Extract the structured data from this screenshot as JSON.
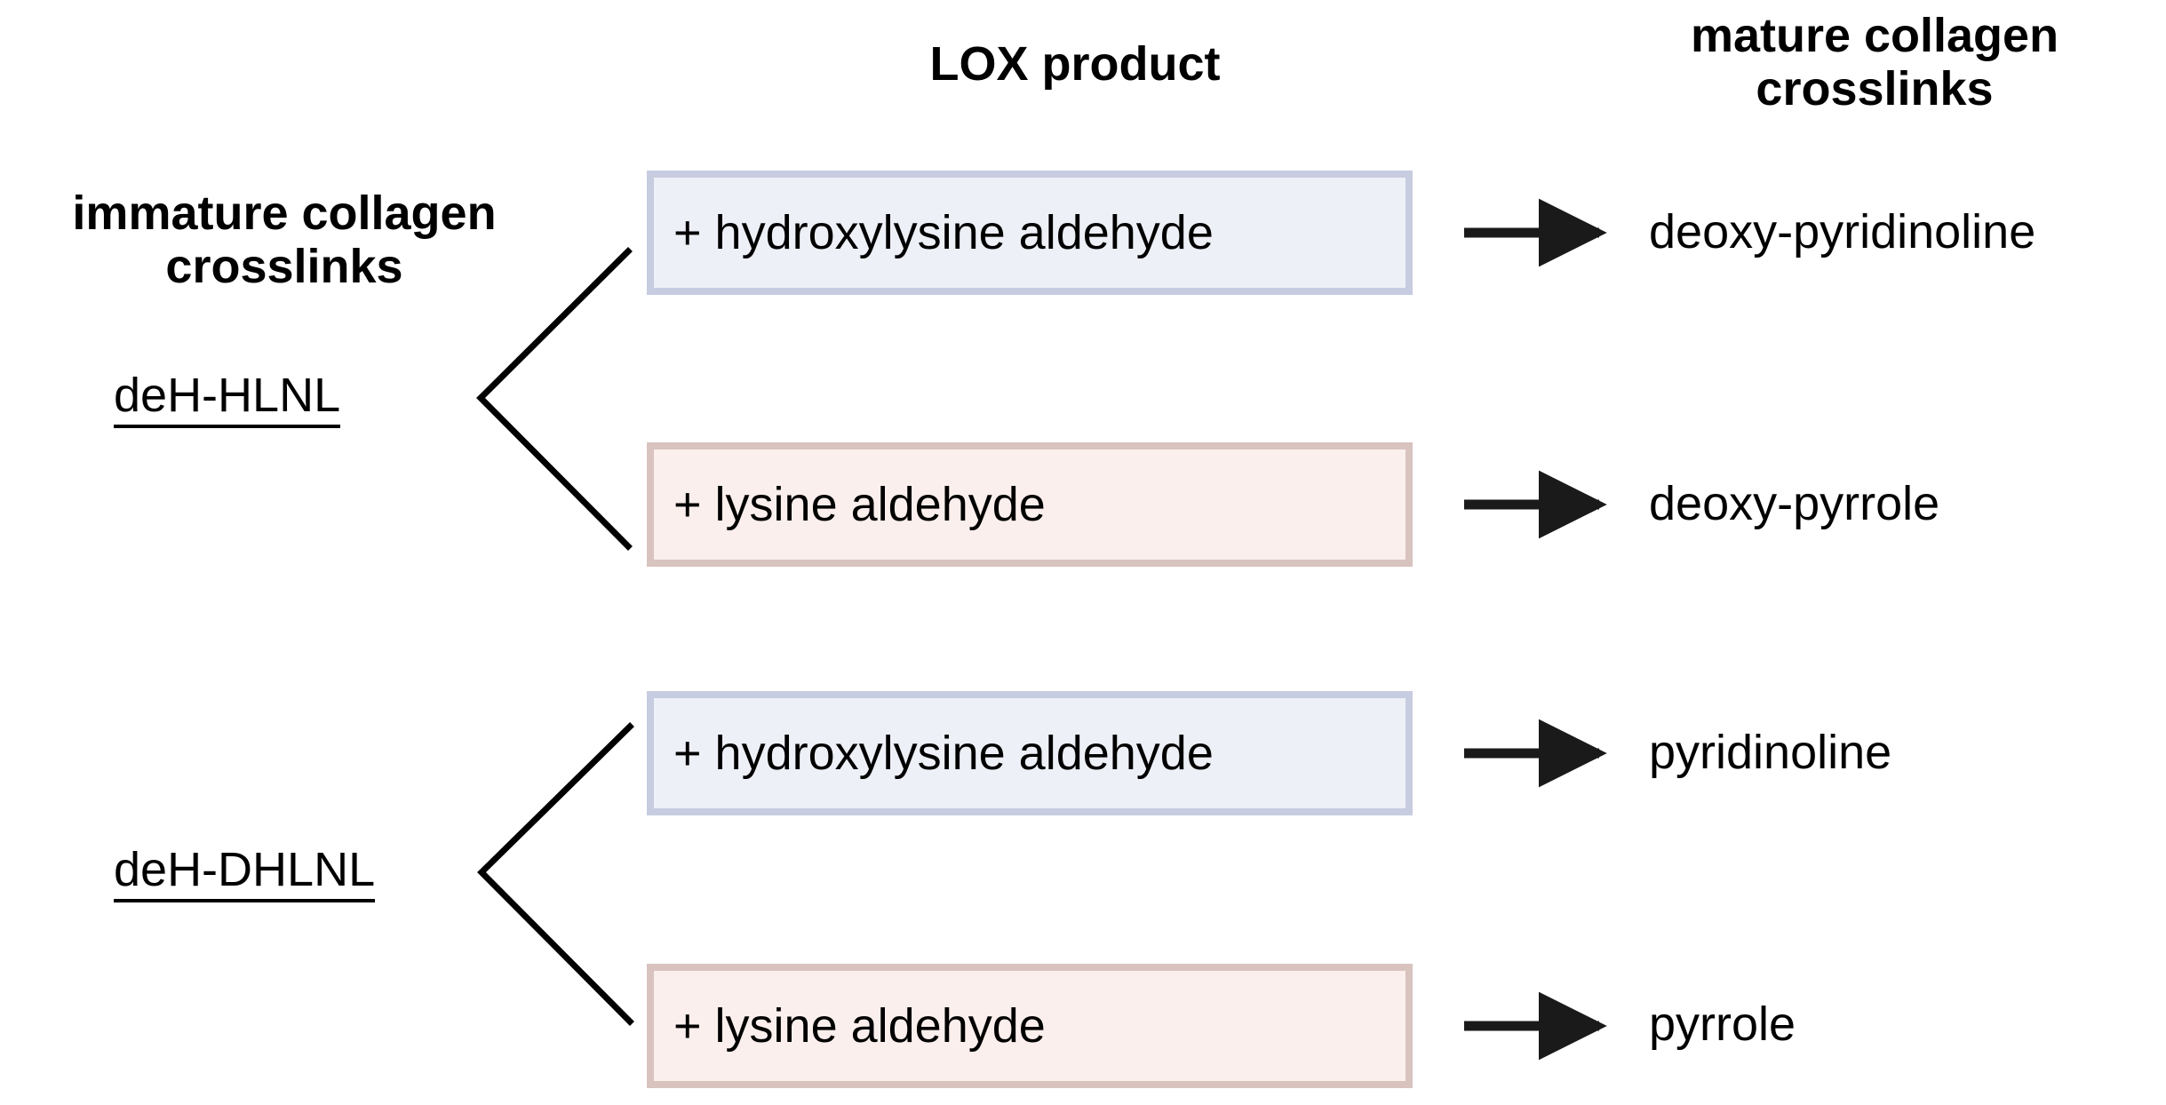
{
  "headers": {
    "left": "immature collagen\ncrosslinks",
    "middle": "LOX product",
    "right": "mature collagen\ncrosslinks"
  },
  "colors": {
    "hydroxylysine_box_fill": "#eef0f7",
    "hydroxylysine_box_border": "#c7cce0",
    "lysine_box_fill": "#faefec",
    "lysine_box_border": "#d8c3bf",
    "line": "#000000",
    "text": "#000000",
    "background": "#ffffff"
  },
  "pathways": [
    {
      "precursor": "deH-HLNL",
      "branches": [
        {
          "lox_product": "+ hydroxylysine aldehyde",
          "box_style": "hydroxylysine",
          "mature_crosslink": "deoxy-pyridinoline"
        },
        {
          "lox_product": "+ lysine aldehyde",
          "box_style": "lysine",
          "mature_crosslink": "deoxy-pyrrole"
        }
      ]
    },
    {
      "precursor": "deH-DHLNL",
      "branches": [
        {
          "lox_product": "+ hydroxylysine aldehyde",
          "box_style": "hydroxylysine",
          "mature_crosslink": "pyridinoline"
        },
        {
          "lox_product": "+ lysine aldehyde",
          "box_style": "lysine",
          "mature_crosslink": "pyrrole"
        }
      ]
    }
  ]
}
